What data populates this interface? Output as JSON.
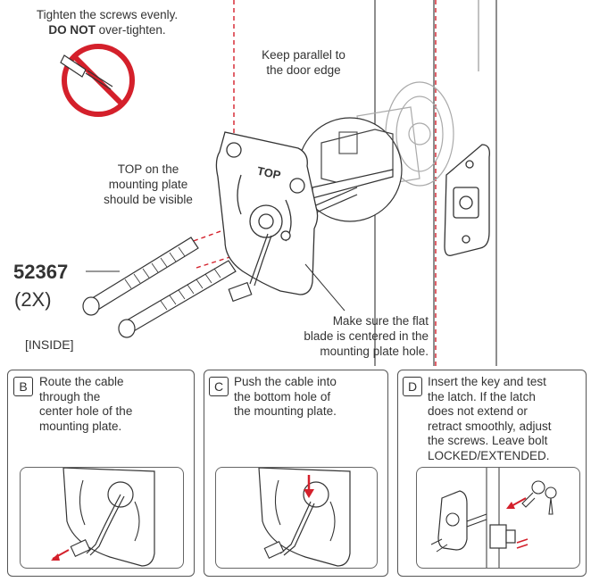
{
  "main": {
    "tighten_line1": "Tighten the screws evenly.",
    "tighten_line2_bold": "DO NOT",
    "tighten_line2_rest": " over-tighten.",
    "parallel_line1": "Keep parallel to",
    "parallel_line2": "the door edge",
    "top_line1": "TOP on the",
    "top_line2": "mounting plate",
    "top_line3": "should be visible",
    "plate_label": "TOP",
    "part_number": "52367",
    "quantity": "(2X)",
    "inside_label": "[INSIDE]",
    "blade_line1": "Make sure the flat",
    "blade_line2": "blade is centered in the",
    "blade_line3": "mounting plate hole."
  },
  "steps": [
    {
      "letter": "B",
      "lines": [
        "Route the cable",
        "through the",
        "center hole of the",
        "mounting plate."
      ]
    },
    {
      "letter": "C",
      "lines": [
        "Push the cable into",
        "the bottom hole of",
        "the mounting plate."
      ]
    },
    {
      "letter": "D",
      "lines": [
        "Insert the key and test",
        "the latch. If the latch",
        "does not extend or",
        "retract smoothly, adjust",
        "the screws. Leave bolt",
        "LOCKED/EXTENDED."
      ]
    }
  ],
  "colors": {
    "accent": "#d4202b",
    "line": "#333333",
    "panel_border": "#555555"
  },
  "icons": [
    "no-symbol-icon",
    "screwdriver-icon",
    "key-icon",
    "arrow-icon"
  ]
}
